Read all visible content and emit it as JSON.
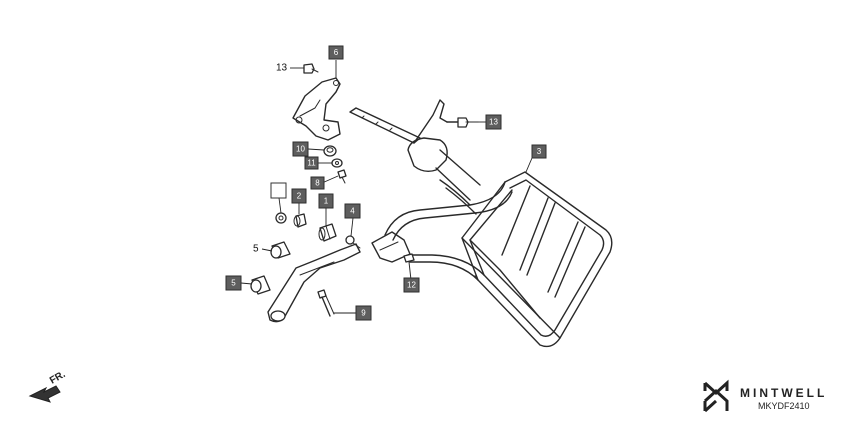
{
  "callouts": {
    "c6": "6",
    "c13_top": "13",
    "c13_right": "13",
    "c3": "3",
    "c10": "10",
    "c11": "11",
    "c8": "8",
    "c2": "2",
    "c1": "1",
    "c4": "4",
    "c5_plain": "5",
    "c5_box": "5",
    "c9": "9",
    "c12": "12"
  },
  "direction_label": "FR.",
  "brand": {
    "name": "MINTWELL"
  },
  "diagram_code": "MKYDF2410",
  "colors": {
    "callout_fill": "#5e5e5e",
    "line": "#2a2a2a",
    "background": "#ffffff"
  }
}
